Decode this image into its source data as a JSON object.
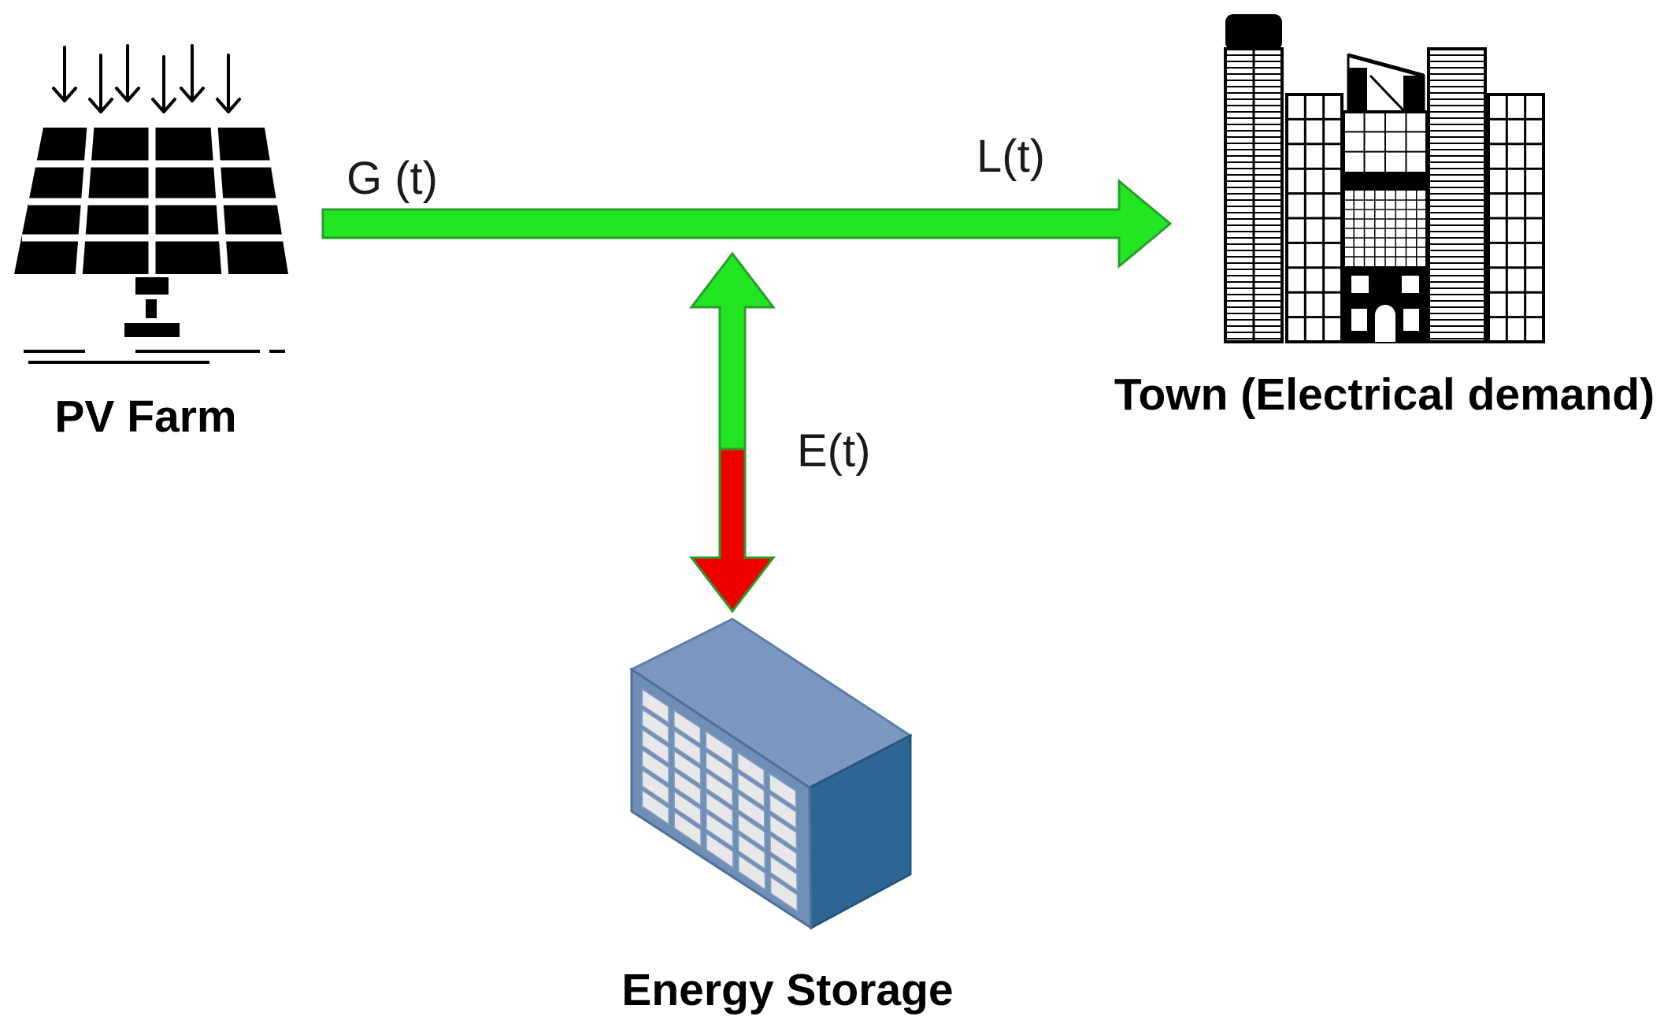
{
  "nodes": {
    "pv_farm": {
      "label": "PV Farm"
    },
    "town": {
      "label": "Town (Electrical demand)"
    },
    "storage": {
      "label": "Energy Storage"
    }
  },
  "flows": {
    "generation": {
      "label": "G (t)"
    },
    "load": {
      "label": "L(t)"
    },
    "exchange": {
      "label": "E(t)"
    }
  },
  "colors": {
    "flow_green": "#22e622",
    "flow_red": "#ee0000",
    "outline_green": "#2a9e2a",
    "storage_front": "#6f8fb7",
    "storage_side": "#2d6593",
    "storage_top": "#7a98c0",
    "storage_cell": "#e8e8ea"
  }
}
